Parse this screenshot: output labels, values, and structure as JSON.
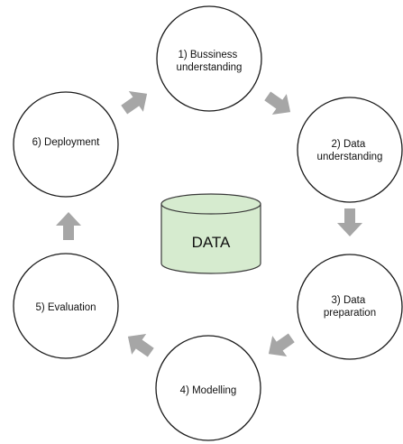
{
  "diagram": {
    "center_label": "DATA",
    "stages": [
      {
        "id": "business-understanding",
        "lines": [
          "1) Bussiness",
          "understanding"
        ]
      },
      {
        "id": "data-understanding",
        "lines": [
          "2) Data",
          "understanding"
        ]
      },
      {
        "id": "data-preparation",
        "lines": [
          "3) Data",
          "preparation"
        ]
      },
      {
        "id": "modelling",
        "lines": [
          "4) Modelling"
        ]
      },
      {
        "id": "evaluation",
        "lines": [
          "5) Evaluation"
        ]
      },
      {
        "id": "deployment",
        "lines": [
          "6) Deployment"
        ]
      }
    ],
    "colors": {
      "arrow": "#a6a6a6",
      "database_fill": "#d6ebcf",
      "circle_stroke": "#1a1a1a"
    }
  }
}
